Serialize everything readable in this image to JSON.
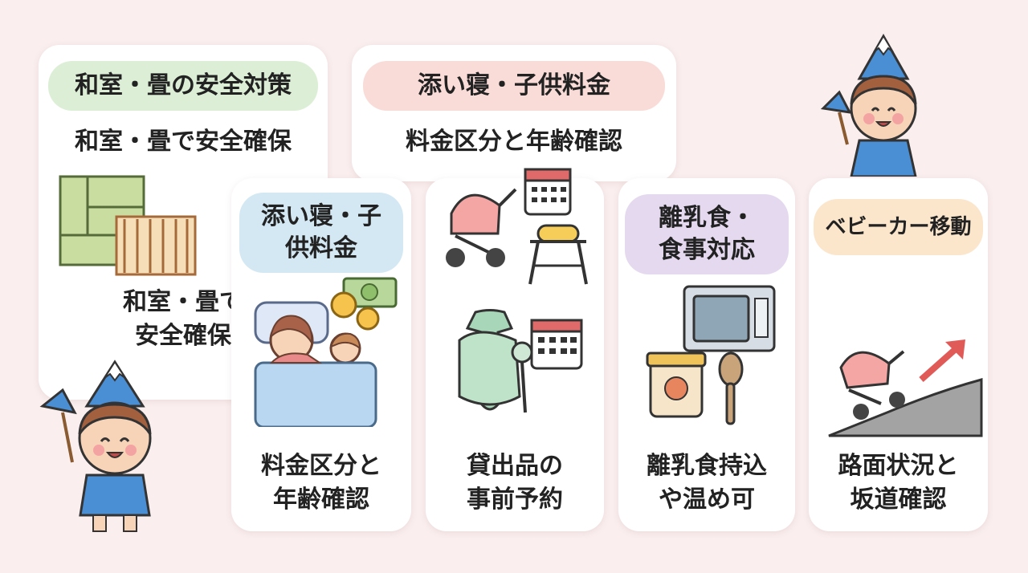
{
  "cards": {
    "washitsu": {
      "pill": "和室・畳の安全対策",
      "subtitle": "和室・畳で安全確保",
      "caption_line1": "和室・畳で",
      "caption_line2": "安全確保"
    },
    "soine_top": {
      "pill": "添い寝・子供料金",
      "subtitle": "料金区分と年齢確認"
    },
    "soine": {
      "pill_line1": "添い寝・子",
      "pill_line2": "供料金",
      "caption_line1": "料金区分と",
      "caption_line2": "年齢確認"
    },
    "rental": {
      "caption_line1": "貸出品の",
      "caption_line2": "事前予約"
    },
    "babyfood": {
      "pill_line1": "離乳食・",
      "pill_line2": "食事対応",
      "caption_line1": "離乳食持込",
      "caption_line2": "や温め可"
    },
    "stroller": {
      "pill": "ベビーカー移動",
      "caption_line1": "路面状況と",
      "caption_line2": "坂道確認"
    }
  },
  "colors": {
    "background": "#faeeee",
    "pill_green": "#dcefd6",
    "pill_pink": "#f9dcd8",
    "pill_blue": "#d3e8f3",
    "pill_purple": "#e4d9ef",
    "pill_orange": "#fbe6cc"
  }
}
